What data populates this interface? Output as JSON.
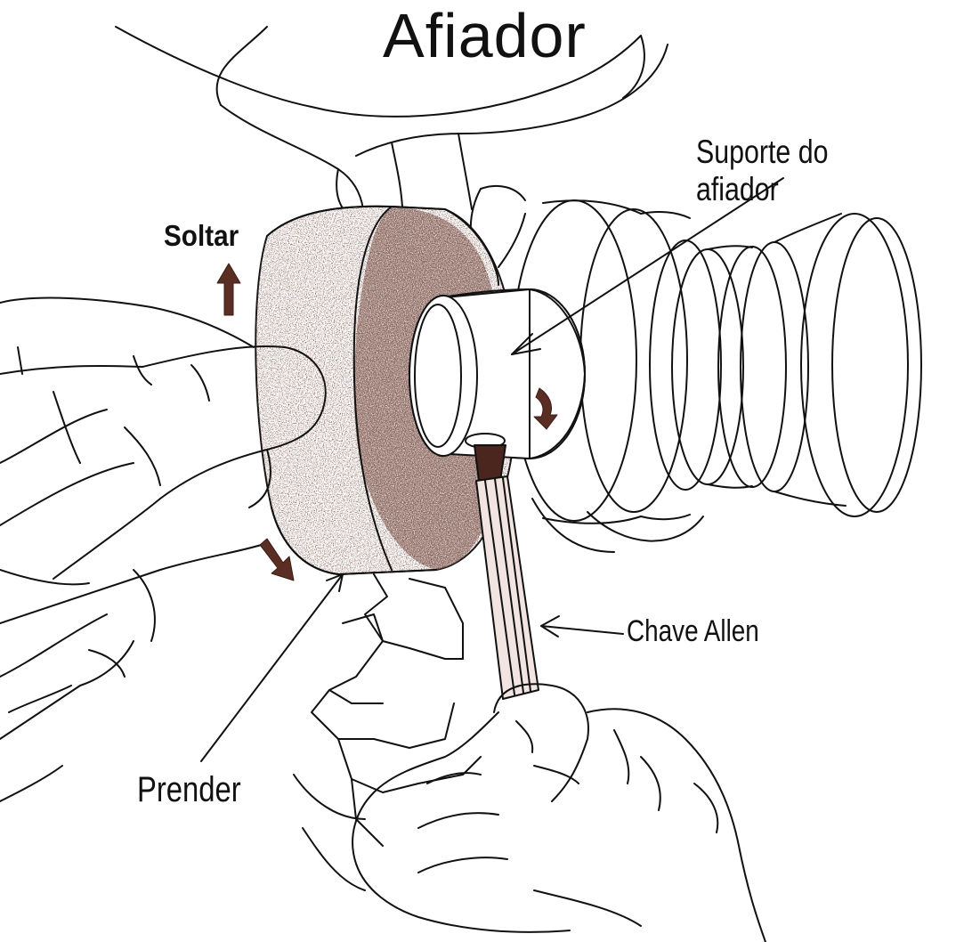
{
  "title": "Afiador",
  "labels": {
    "suporte": "Suporte do afiador",
    "soltar": "Soltar",
    "chave": "Chave Allen",
    "prender": "Prender"
  },
  "colors": {
    "line": "#111111",
    "arrow_brown": "#5a2e22",
    "stone_dark": "#3d1f18",
    "key_tint": "#f1e4e1"
  }
}
